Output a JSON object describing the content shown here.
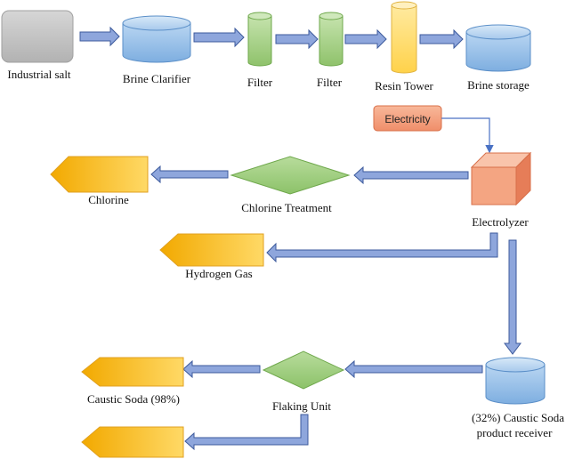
{
  "labels": {
    "industrial_salt": "Industrial salt",
    "brine_clarifier": "Brine Clarifier",
    "filter_1": "Filter",
    "filter_2": "Filter",
    "resin_tower": "Resin Tower",
    "brine_storage": "Brine storage",
    "electricity": "Electricity",
    "electrolyzer": "Electrolyzer",
    "chlorine_treatment": "Chlorine Treatment",
    "chlorine": "Chlorine",
    "hydrogen_gas": "Hydrogen Gas",
    "caustic_receiver_line1": "(32%) Caustic Soda",
    "caustic_receiver_line2": "product receiver",
    "flaking_unit": "Flaking Unit",
    "caustic_soda_98": "Caustic Soda (98%)"
  },
  "colors": {
    "arrow": "#8ea6dc",
    "arrow_edge": "#3c5a9c",
    "tank_blue": "#9cc3e8",
    "filter_green": "#a9d18e",
    "resin_yellow": "#ffe07a",
    "salt_gray": "#c4c4c4",
    "electricity_orange": "#f4a582",
    "electrolyzer_orange": "#f4a582",
    "diamond_green": "#a9d18e",
    "product_gold": "#f7b500"
  }
}
